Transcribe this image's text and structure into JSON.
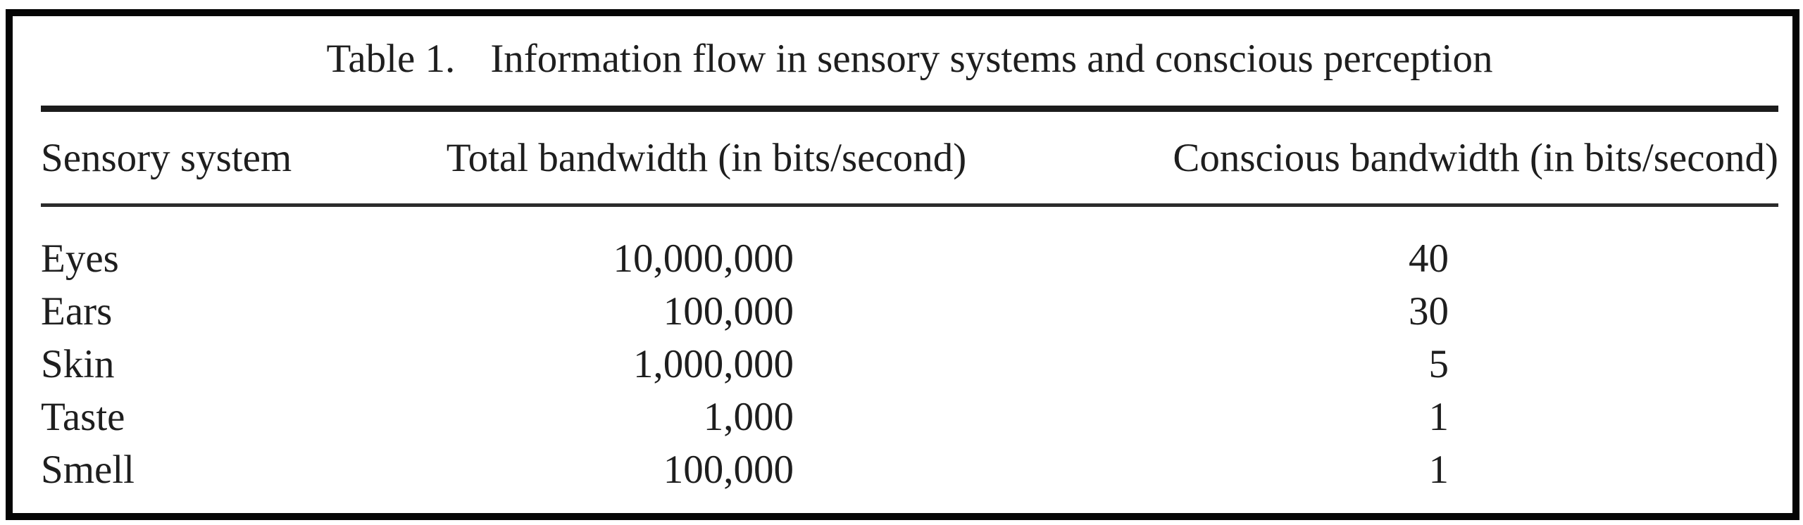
{
  "figure": {
    "title": {
      "label": "Table 1.",
      "text": "Information flow in sensory systems and conscious perception"
    },
    "columns": [
      "Sensory system",
      "Total bandwidth (in bits/second)",
      "Conscious bandwidth (in bits/second)"
    ],
    "rows": [
      {
        "system": "Eyes",
        "total": "10,000,000",
        "conscious": "40"
      },
      {
        "system": "Ears",
        "total": "100,000",
        "conscious": "30"
      },
      {
        "system": "Skin",
        "total": "1,000,000",
        "conscious": "5"
      },
      {
        "system": "Taste",
        "total": "1,000",
        "conscious": "1"
      },
      {
        "system": "Smell",
        "total": "100,000",
        "conscious": "1"
      }
    ],
    "colors": {
      "text": "#1e1e1e",
      "frame_border": "#050505",
      "thick_rule": "#1c1c1c",
      "thin_rule": "#2b2b2b",
      "background": "#ffffff"
    }
  },
  "chart_data": {
    "type": "table",
    "title": "Table 1. Information flow in sensory systems and conscious perception",
    "columns": [
      "Sensory system",
      "Total bandwidth (in bits/second)",
      "Conscious bandwidth (in bits/second)"
    ],
    "rows": [
      [
        "Eyes",
        10000000,
        40
      ],
      [
        "Ears",
        100000,
        30
      ],
      [
        "Skin",
        1000000,
        5
      ],
      [
        "Taste",
        1000,
        1
      ],
      [
        "Smell",
        100000,
        1
      ]
    ]
  }
}
